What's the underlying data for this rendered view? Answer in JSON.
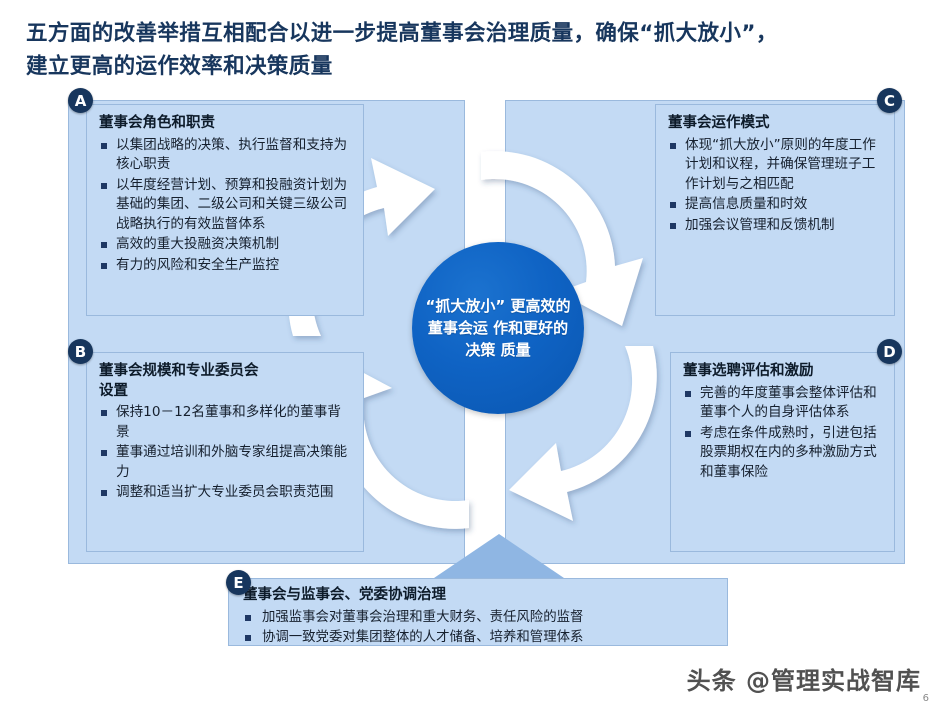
{
  "title": {
    "line1": "五方面的改善举措互相配合以进一步提高董事会治理质量，确保“抓大放小”，",
    "line2": "建立更高的运作效率和决策质量"
  },
  "center": {
    "text": "“抓大放小”\n更高效的董事会运\n作和更好的决策\n质量"
  },
  "badges": {
    "a": "A",
    "b": "B",
    "c": "C",
    "d": "D",
    "e": "E"
  },
  "sections": {
    "a": {
      "heading": "董事会角色和职责",
      "bullets": [
        "以集团战略的决策、执行监督和支持为核心职责",
        "以年度经营计划、预算和投融资计划为基础的集团、二级公司和关键三级公司战略执行的有效监督体系",
        "高效的重大投融资决策机制",
        "有力的风险和安全生产监控"
      ]
    },
    "b": {
      "heading": "董事会规模和专业委员会\n设置",
      "bullets": [
        "保持10－12名董事和多样化的董事背景",
        "董事通过培训和外脑专家组提高决策能力",
        "调整和适当扩大专业委员会职责范围"
      ]
    },
    "c": {
      "heading": "董事会运作模式",
      "bullets": [
        "体现“抓大放小”原则的年度工作计划和议程，并确保管理班子工作计划与之相匹配",
        "提高信息质量和时效",
        "加强会议管理和反馈机制"
      ]
    },
    "d": {
      "heading": "董事选聘评估和激励",
      "bullets": [
        "完善的年度董事会整体评估和董事个人的自身评估体系",
        "考虑在条件成熟时，引进包括股票期权在内的多种激励方式和董事保险"
      ]
    },
    "e": {
      "heading": "董事会与监事会、党委协调治理",
      "bullets": [
        "加强监事会对董事会治理和重大财务、责任风险的监督",
        "协调一致党委对集团整体的人才储备、培养和管理体系"
      ]
    }
  },
  "watermark": {
    "text": "头条 @管理实战智库",
    "page": "6"
  },
  "colors": {
    "title_text": "#17365d",
    "panel_fill": "#c3daf4",
    "panel_border": "#9ab9dd",
    "badge_fill": "#17365d",
    "center_circle": "#0f63c4",
    "bullet_marker": "#1f3864",
    "arrow_fill": "#ffffff",
    "up_arrow_fill": "#8fb6e3"
  }
}
